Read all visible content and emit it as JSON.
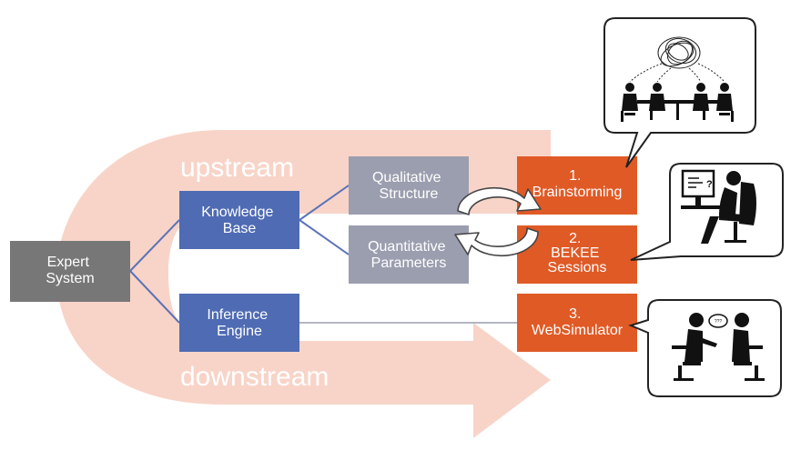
{
  "flow": {
    "upstream_label": "upstream",
    "downstream_label": "downstream"
  },
  "nodes": {
    "expert_system": {
      "lines": [
        "Expert",
        "System"
      ]
    },
    "knowledge_base": {
      "lines": [
        "Knowledge",
        "Base"
      ]
    },
    "inference_engine": {
      "lines": [
        "Inference",
        "Engine"
      ]
    },
    "qualitative_structure": {
      "lines": [
        "Qualitative",
        "Structure"
      ]
    },
    "quantitative_parameters": {
      "lines": [
        "Quantitative",
        "Parameters"
      ]
    },
    "brainstorming": {
      "lines": [
        "1.",
        "Brainstorming"
      ]
    },
    "bekee_sessions": {
      "lines": [
        "2.",
        "BEKEE",
        "Sessions"
      ]
    },
    "websimulator": {
      "lines": [
        "3.",
        "WebSimulator"
      ]
    }
  },
  "bubbles": {
    "question_mark": "?",
    "speech_glyph": "???"
  },
  "colors": {
    "expert_system": "#777777",
    "blue_node": "#4f6bb4",
    "gray_node": "#9b9eae",
    "orange_node": "#e05a26",
    "flow_arrow": "#f8d4c8",
    "connector": "#5b73b8"
  }
}
